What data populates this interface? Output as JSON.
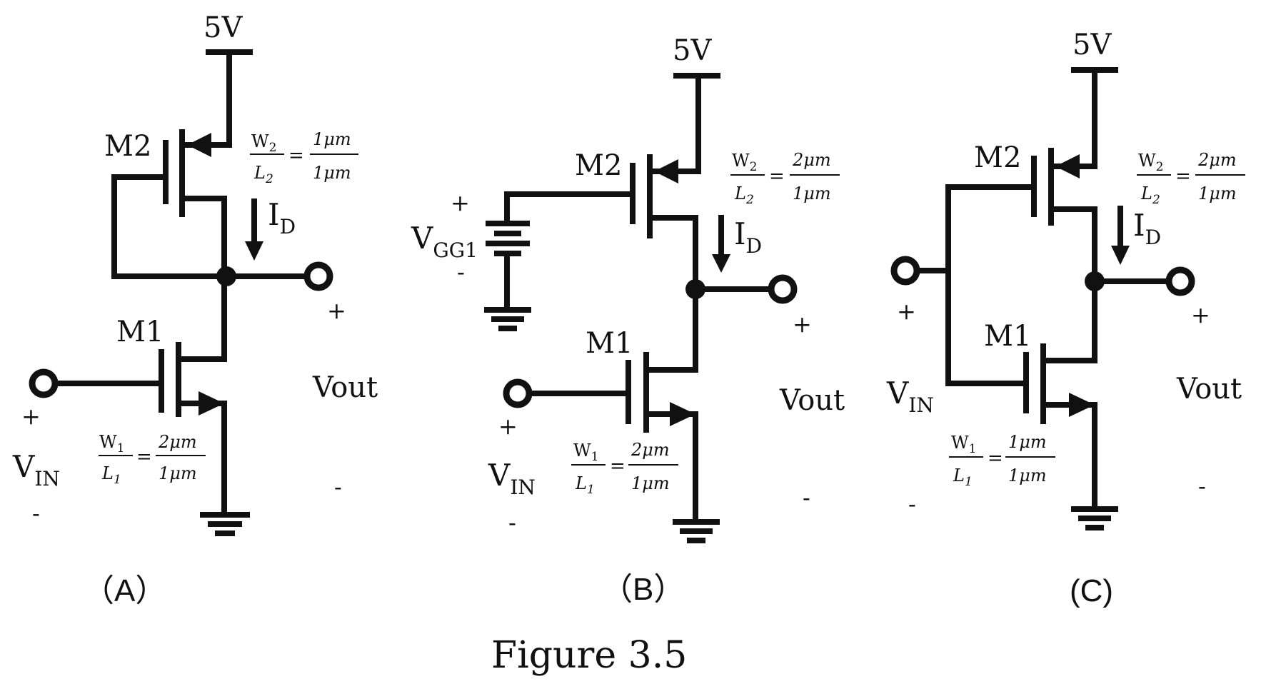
{
  "figure_title": "Figure 3.5",
  "circuits": {
    "A": {
      "panel_label": "（A）",
      "supply": "5V",
      "m2": "M2",
      "m1": "M1",
      "id_main": "I",
      "id_sub": "D",
      "ratio2": {
        "num_w": "W",
        "num_sub": "2",
        "den_l": "L",
        "den_sub": "2",
        "eq": "=",
        "num_val": "1μm",
        "den_val": "1μm"
      },
      "ratio1": {
        "num_w": "W",
        "num_sub": "1",
        "den_l": "L",
        "den_sub": "1",
        "eq": "=",
        "num_val": "2μm",
        "den_val": "1μm"
      },
      "vin_main": "V",
      "vin_sub": "IN",
      "vin_plus": "+",
      "vin_minus": "-",
      "vout": "Vout",
      "vout_plus": "+",
      "vout_minus": "-"
    },
    "B": {
      "panel_label": "（B）",
      "supply": "5V",
      "m2": "M2",
      "m1": "M1",
      "id_main": "I",
      "id_sub": "D",
      "ratio2": {
        "num_w": "W",
        "num_sub": "2",
        "den_l": "L",
        "den_sub": "2",
        "eq": "=",
        "num_val": "2μm",
        "den_val": "1μm"
      },
      "ratio1": {
        "num_w": "W",
        "num_sub": "1",
        "den_l": "L",
        "den_sub": "1",
        "eq": "=",
        "num_val": "2μm",
        "den_val": "1μm"
      },
      "vgg_main": "V",
      "vgg_sub": "GG1",
      "vgg_plus": "+",
      "vgg_minus": "-",
      "vin_main": "V",
      "vin_sub": "IN",
      "vin_plus": "+",
      "vin_minus": "-",
      "vout": "Vout",
      "vout_plus": "+",
      "vout_minus": "-"
    },
    "C": {
      "panel_label": "(C)",
      "supply": "5V",
      "m2": "M2",
      "m1": "M1",
      "id_main": "I",
      "id_sub": "D",
      "ratio2": {
        "num_w": "W",
        "num_sub": "2",
        "den_l": "L",
        "den_sub": "2",
        "eq": "=",
        "num_val": "2μm",
        "den_val": "1μm"
      },
      "ratio1": {
        "num_w": "W",
        "num_sub": "1",
        "den_l": "L",
        "den_sub": "1",
        "eq": "=",
        "num_val": "1μm",
        "den_val": "1μm"
      },
      "vin_main": "V",
      "vin_sub": "IN",
      "vin_plus": "+",
      "vin_minus": "-",
      "vout": "Vout",
      "vout_plus": "+",
      "vout_minus": "-"
    }
  }
}
